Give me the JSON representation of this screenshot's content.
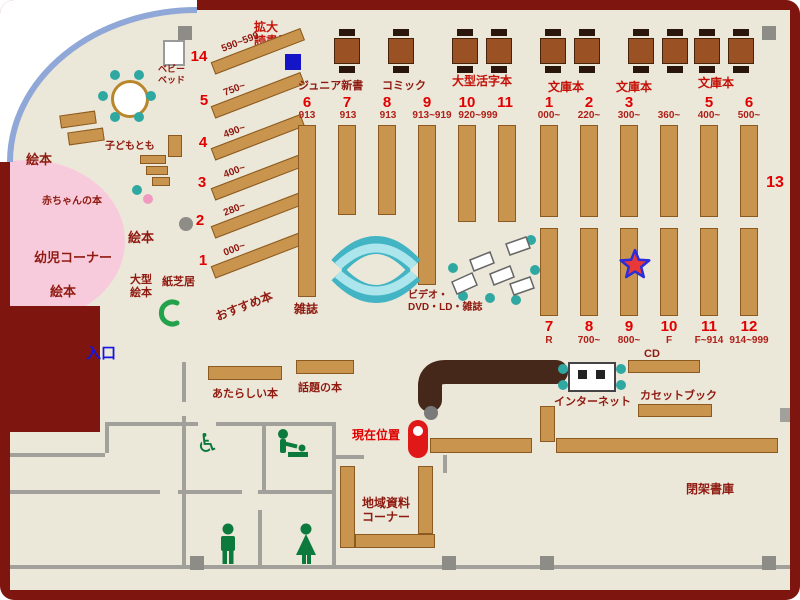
{
  "colors": {
    "wall_border": "#7E150F",
    "floor": "#EBE7D9",
    "shelf": "#C9954E",
    "accent_red": "#E00000",
    "label_maroon": "#8F1A10",
    "entrance_blue": "#1414E6",
    "teal": "#2FA8A2",
    "toddler_pink": "#F8CBDC",
    "icon_green": "#0B7A3C"
  },
  "children_area": {
    "ehon_top": "絵本",
    "baby_books": "赤ちゃんの本",
    "kodomo_tomo": "子どもとも",
    "ehon_mid": "絵本",
    "toddler_corner": "幼児コーナー",
    "ehon_bottom": "絵本",
    "large_ehon": "大型\n絵本",
    "kamishibai": "紙芝居",
    "baby_bed": "ベビー\nベッド"
  },
  "top_row": {
    "magnifier": "拡大\n読書器",
    "junior_shinsho": "ジュニア新書",
    "comic": "コミック",
    "large_print": "大型活字本",
    "bunko_1": "文庫本",
    "bunko_2": "文庫本",
    "bunko_3": "文庫本"
  },
  "diagonal_shelves": [
    {
      "num": "14",
      "range": "590~599"
    },
    {
      "num": "5",
      "range": "750~"
    },
    {
      "num": "4",
      "range": "490~"
    },
    {
      "num": "3",
      "range": "400~"
    },
    {
      "num": "2",
      "range": "280~"
    },
    {
      "num": "1",
      "range": "000~"
    }
  ],
  "recommended_books": "おすすめ本",
  "middle_shelves": [
    {
      "num": "6",
      "code": "913"
    },
    {
      "num": "7",
      "code": "913"
    },
    {
      "num": "8",
      "code": "913"
    },
    {
      "num": "9",
      "code": "913~919"
    },
    {
      "num": "10",
      "code": "920~999"
    },
    {
      "num": "11",
      "code": ""
    }
  ],
  "right_top_shelves": [
    {
      "num": "1",
      "code": "000~"
    },
    {
      "num": "2",
      "code": "220~"
    },
    {
      "num": "3",
      "code": "300~"
    },
    {
      "num": "",
      "code": "360~"
    },
    {
      "num": "5",
      "code": "400~"
    },
    {
      "num": "6",
      "code": "500~"
    }
  ],
  "right_bottom_shelves": [
    {
      "num": "7",
      "code": "R"
    },
    {
      "num": "8",
      "code": "700~"
    },
    {
      "num": "9",
      "code": "800~"
    },
    {
      "num": "10",
      "code": "F"
    },
    {
      "num": "11",
      "code": "F~914"
    },
    {
      "num": "12",
      "code": "914~999"
    }
  ],
  "shelf_13": "13",
  "center_area": {
    "magazines": "雑誌",
    "av_corner": "ビデオ・\nDVD・LD・雑誌"
  },
  "entrance": "入口",
  "service_area": {
    "new_books": "あたらしい本",
    "topic_books": "話題の本",
    "current_location": "現在位置",
    "cd": "CD",
    "internet": "インターネット",
    "cassette_books": "カセットブック",
    "local_materials": "地域資料\nコーナー",
    "closed_stacks": "閉架書庫"
  },
  "icons": {
    "wheelchair": "♿"
  }
}
